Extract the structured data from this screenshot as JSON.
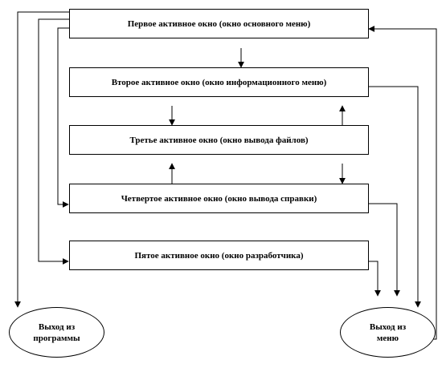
{
  "diagram": {
    "windows": [
      {
        "id": "w1",
        "label": "Первое активное окно (окно основного меню)"
      },
      {
        "id": "w2",
        "label": "Второе активное окно (окно информационного меню)"
      },
      {
        "id": "w3",
        "label": "Третье активное окно (окно вывода файлов)"
      },
      {
        "id": "w4",
        "label": "Четвертое активное окно (окно вывода справки)"
      },
      {
        "id": "w5",
        "label": "Пятое активное окно (окно разработчика)"
      }
    ],
    "exits": {
      "program": {
        "line1": "Выход из",
        "line2": "программы"
      },
      "menu": {
        "line1": "Выход из",
        "line2": "меню"
      }
    },
    "edges": [
      {
        "from": "w1",
        "to": "w2"
      },
      {
        "from": "w2",
        "to": "w3"
      },
      {
        "from": "w3",
        "to": "w2"
      },
      {
        "from": "w3",
        "to": "w4"
      },
      {
        "from": "w4",
        "to": "w3"
      },
      {
        "from": "w1",
        "to": "w4"
      },
      {
        "from": "w1",
        "to": "w5"
      },
      {
        "from": "w1",
        "to": "exit-program"
      },
      {
        "from": "w4",
        "to": "exit-menu"
      },
      {
        "from": "w5",
        "to": "exit-menu"
      },
      {
        "from": "w2",
        "to": "exit-menu"
      },
      {
        "from": "exit-menu",
        "to": "w1"
      }
    ]
  }
}
